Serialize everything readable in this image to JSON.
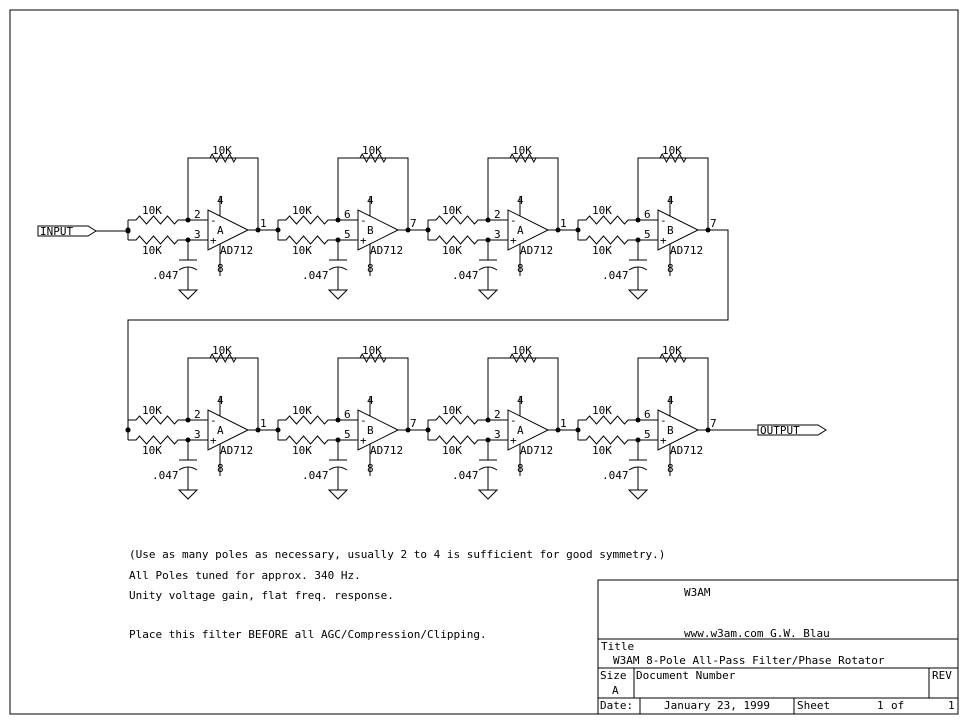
{
  "labels": {
    "resistor": "10K",
    "capacitor": ".047",
    "opamp_part": "AD712",
    "opamp_a": "A",
    "opamp_b": "B",
    "pin_minus": "-",
    "pin_plus": "+",
    "pin_vcc": "4",
    "pin_vee": "8",
    "a_pins": {
      "inv": "2",
      "noninv": "3",
      "out": "1"
    },
    "b_pins": {
      "inv": "6",
      "noninv": "5",
      "out": "7"
    },
    "input_port": "INPUT",
    "output_port": "OUTPUT"
  },
  "notes": [
    "(Use as many poles as necessary, usually 2 to 4 is sufficient for good symmetry.)",
    "All Poles tuned for approx. 340 Hz.",
    "Unity voltage gain, flat freq. response.",
    "Place this filter BEFORE all AGC/Compression/Clipping."
  ],
  "title_block": {
    "company": "W3AM",
    "web": "www.w3am.com  G.W. Blau",
    "title_label": "Title",
    "title": "W3AM 8-Pole All-Pass Filter/Phase Rotator",
    "size_label": "Size",
    "size": "A",
    "docnum_label": "Document Number",
    "rev_label": "REV",
    "date_label": "Date:",
    "date": "January 23, 1999",
    "sheet_label": "Sheet",
    "sheet_num": "1",
    "sheet_of": "of",
    "sheet_total": "1"
  }
}
